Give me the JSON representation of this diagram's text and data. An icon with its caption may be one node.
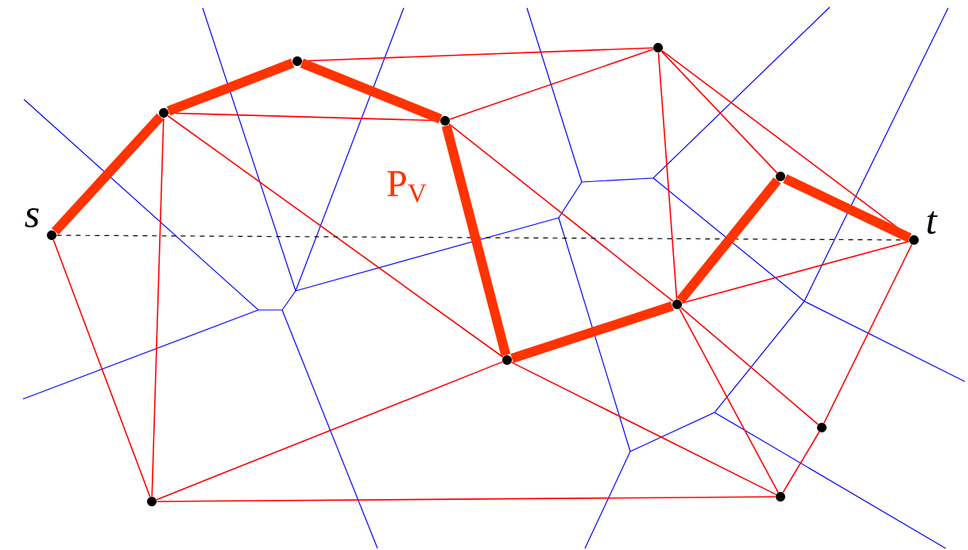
{
  "diagram": {
    "nodes": [
      {
        "text": [],
        "shape": "circle",
        "beside": [
          "s"
        ]
      },
      {
        "text": [],
        "shape": "circle"
      },
      {
        "text": [],
        "shape": "circle"
      },
      {
        "text": [],
        "shape": "circle"
      },
      {
        "text": [],
        "shape": "circle"
      },
      {
        "text": [],
        "shape": "circle"
      },
      {
        "text": [],
        "shape": "circle",
        "beside": [
          "t"
        ]
      },
      {
        "text": [],
        "shape": "circle"
      },
      {
        "text": [],
        "shape": "circle"
      },
      {
        "text": [],
        "shape": "circle"
      },
      {
        "text": [],
        "shape": "circle"
      },
      {
        "text": [],
        "shape": "circle"
      }
    ],
    "edges": [
      {
        "from": 0,
        "to": 1,
        "arrow": "none",
        "style": "thick",
        "color": "#ff3300"
      },
      {
        "from": 1,
        "to": 2,
        "arrow": "none",
        "style": "thick",
        "color": "#ff3300"
      },
      {
        "from": 2,
        "to": 3,
        "arrow": "none",
        "style": "thick",
        "color": "#ff3300"
      },
      {
        "from": 3,
        "to": 8,
        "arrow": "none",
        "style": "thick",
        "color": "#ff3300"
      },
      {
        "from": 8,
        "to": 7,
        "arrow": "none",
        "style": "thick",
        "color": "#ff3300"
      },
      {
        "from": 7,
        "to": 5,
        "arrow": "none",
        "style": "thick",
        "color": "#ff3300"
      },
      {
        "from": 5,
        "to": 6,
        "arrow": "none",
        "style": "thick",
        "color": "#ff3300"
      },
      {
        "from": 0,
        "to": 6,
        "arrow": "none",
        "style": "dashed",
        "color": "#000000"
      },
      {
        "from": 1,
        "to": 3,
        "arrow": "none"
      },
      {
        "from": 2,
        "to": 4,
        "arrow": "none"
      },
      {
        "from": 3,
        "to": 4,
        "arrow": "none"
      },
      {
        "from": 4,
        "to": 5,
        "arrow": "none"
      },
      {
        "from": 4,
        "to": 6,
        "arrow": "none"
      },
      {
        "from": 4,
        "to": 7,
        "arrow": "none"
      },
      {
        "from": 3,
        "to": 7,
        "arrow": "none"
      },
      {
        "from": 7,
        "to": 6,
        "arrow": "none"
      },
      {
        "from": 1,
        "to": 8,
        "arrow": "none"
      },
      {
        "from": 1,
        "to": 11,
        "arrow": "none"
      },
      {
        "from": 0,
        "to": 11,
        "arrow": "none"
      },
      {
        "from": 8,
        "to": 11,
        "arrow": "none"
      },
      {
        "from": 11,
        "to": 10,
        "arrow": "none"
      },
      {
        "from": 8,
        "to": 10,
        "arrow": "none"
      },
      {
        "from": 7,
        "to": 10,
        "arrow": "none"
      },
      {
        "from": 7,
        "to": 9,
        "arrow": "none"
      },
      {
        "from": 6,
        "to": 9,
        "arrow": "none"
      },
      {
        "from": 9,
        "to": 10,
        "arrow": "none"
      }
    ],
    "labels": [
      "P$_{V}$"
    ]
  }
}
